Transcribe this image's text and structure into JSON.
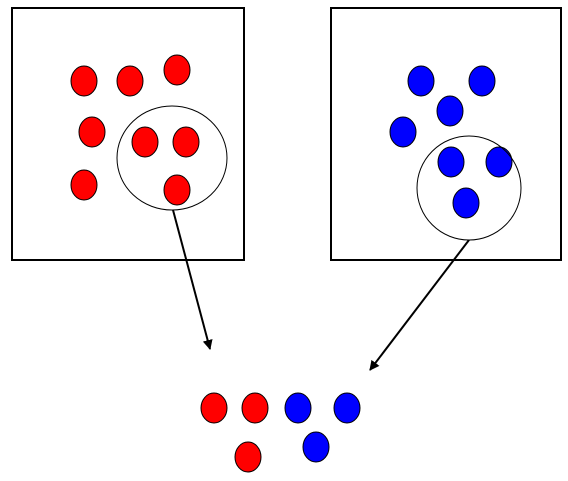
{
  "colors": {
    "background": "#ffffff",
    "outline": "#000000",
    "red_dot": "#ff0000",
    "blue_dot": "#0000ff"
  },
  "panels": [
    {
      "color": "red_dot",
      "dot_count": 8,
      "sampled_dot_count": 3
    },
    {
      "color": "blue_dot",
      "dot_count": 7,
      "sampled_dot_count": 3
    }
  ],
  "combined_sample": {
    "red_dot_count": 3,
    "blue_dot_count": 3
  }
}
